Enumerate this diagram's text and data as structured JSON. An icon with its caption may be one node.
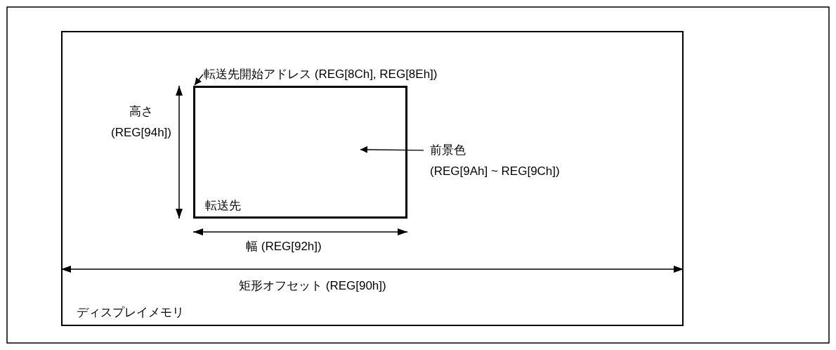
{
  "diagram": {
    "nodes": [
      {
        "text": [
          "ディスプレイメモリ"
        ]
      },
      {
        "text": [
          "転送先"
        ],
        "in": 0
      },
      {
        "text": [
          "転送先開始アドレス (REG[8Ch], REG[8Eh])"
        ],
        "in": 0
      },
      {
        "text": [
          "前景色 (REG[9Ah] ~ REG[9Ch])"
        ],
        "in": 0
      }
    ],
    "edges": [
      {
        "from": 2,
        "to": 1,
        "arrow": "to"
      },
      {
        "from": 3,
        "to": 1,
        "arrow": "to"
      }
    ],
    "labels": [
      "高さ (REG[94h])",
      "幅 (REG[92h])",
      "矩形オフセット (REG[90h])"
    ]
  }
}
